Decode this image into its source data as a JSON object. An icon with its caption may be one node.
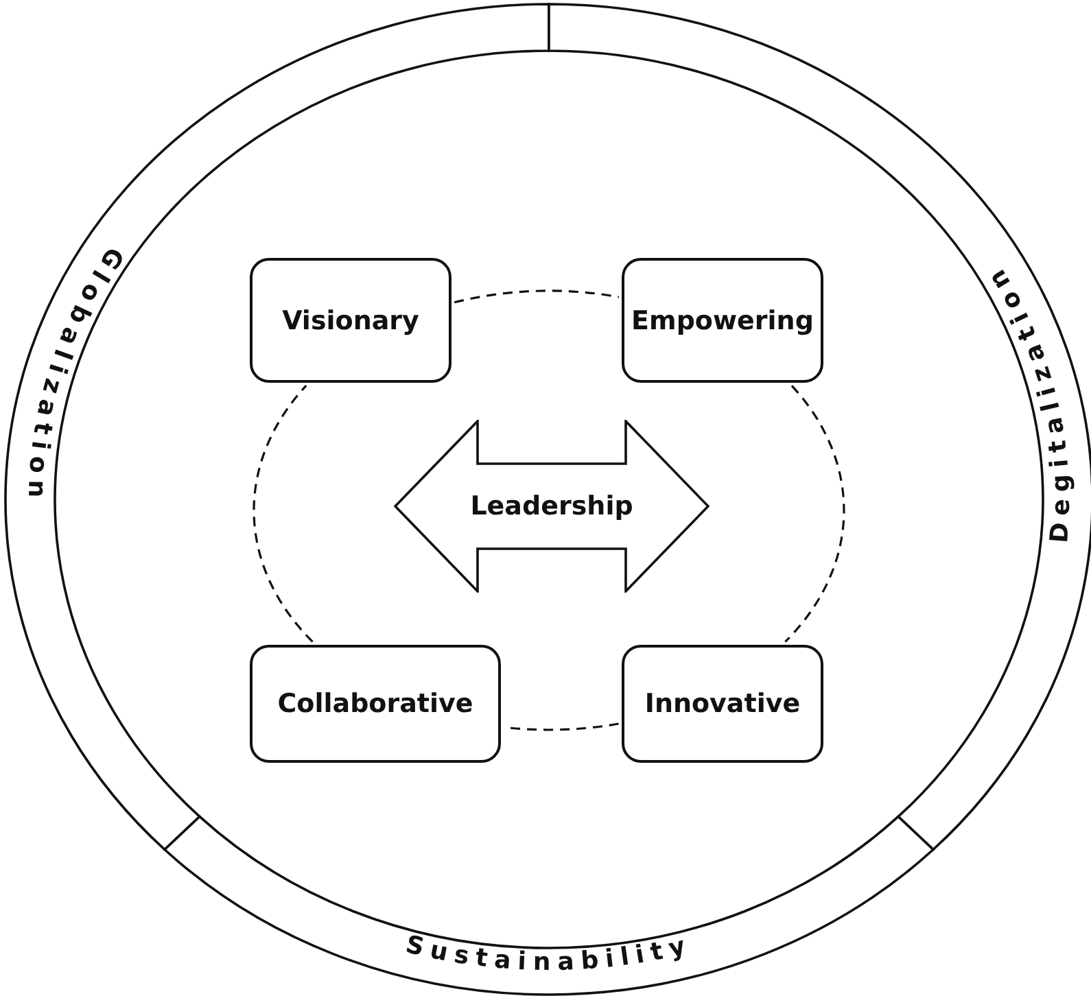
{
  "diagram": {
    "nodes": [
      {
        "text": [
          "Globalization"
        ]
      },
      {
        "text": [
          "Degitalization"
        ]
      },
      {
        "text": [
          "Sustainability"
        ]
      },
      {
        "text": [
          "Visionary"
        ]
      },
      {
        "text": [
          "Empowering"
        ]
      },
      {
        "text": [
          "Collaborative"
        ]
      },
      {
        "text": [
          "Innovative"
        ]
      },
      {
        "text": [
          "Leadership"
        ]
      }
    ],
    "edges": [
      {
        "from": 3,
        "to": 4,
        "arrow": "none",
        "style": "dashed"
      },
      {
        "from": 4,
        "to": 6,
        "arrow": "none",
        "style": "dashed"
      },
      {
        "from": 6,
        "to": 5,
        "arrow": "none",
        "style": "dashed"
      },
      {
        "from": 5,
        "to": 3,
        "arrow": "none",
        "style": "dashed"
      }
    ]
  }
}
